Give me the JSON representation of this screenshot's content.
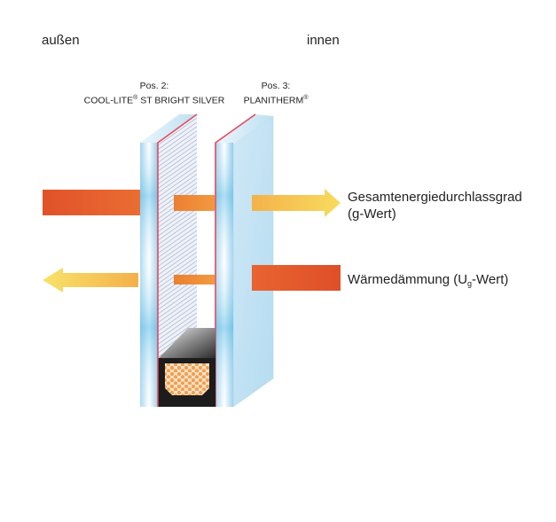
{
  "labels": {
    "outside": "außen",
    "inside": "innen"
  },
  "positions": {
    "pos2_title": "Pos. 2:",
    "pos2_product_a": "COOL-LITE",
    "pos2_product_b": " ST BRIGHT SILVER",
    "pos3_title": "Pos. 3:",
    "pos3_product": "PLANITHERM",
    "registered_mark": "®"
  },
  "effects": {
    "g_value_line1": "Gesamtenergiedurchlassgrad",
    "g_value_line2": "(g-Wert)",
    "u_value_prefix": "Wärmedämmung (U",
    "u_value_sub": "g",
    "u_value_suffix": "-Wert)"
  },
  "colors": {
    "arrow_red": "#e0522a",
    "arrow_orange": "#f0913a",
    "arrow_yellow": "#f7d25a",
    "glass_blue": "#bfe0f2",
    "glass_edge": "#5fbce6",
    "coating_red": "#e8485c",
    "spacer_black": "#1c1c1c",
    "desiccant_orange": "#f0a050"
  }
}
